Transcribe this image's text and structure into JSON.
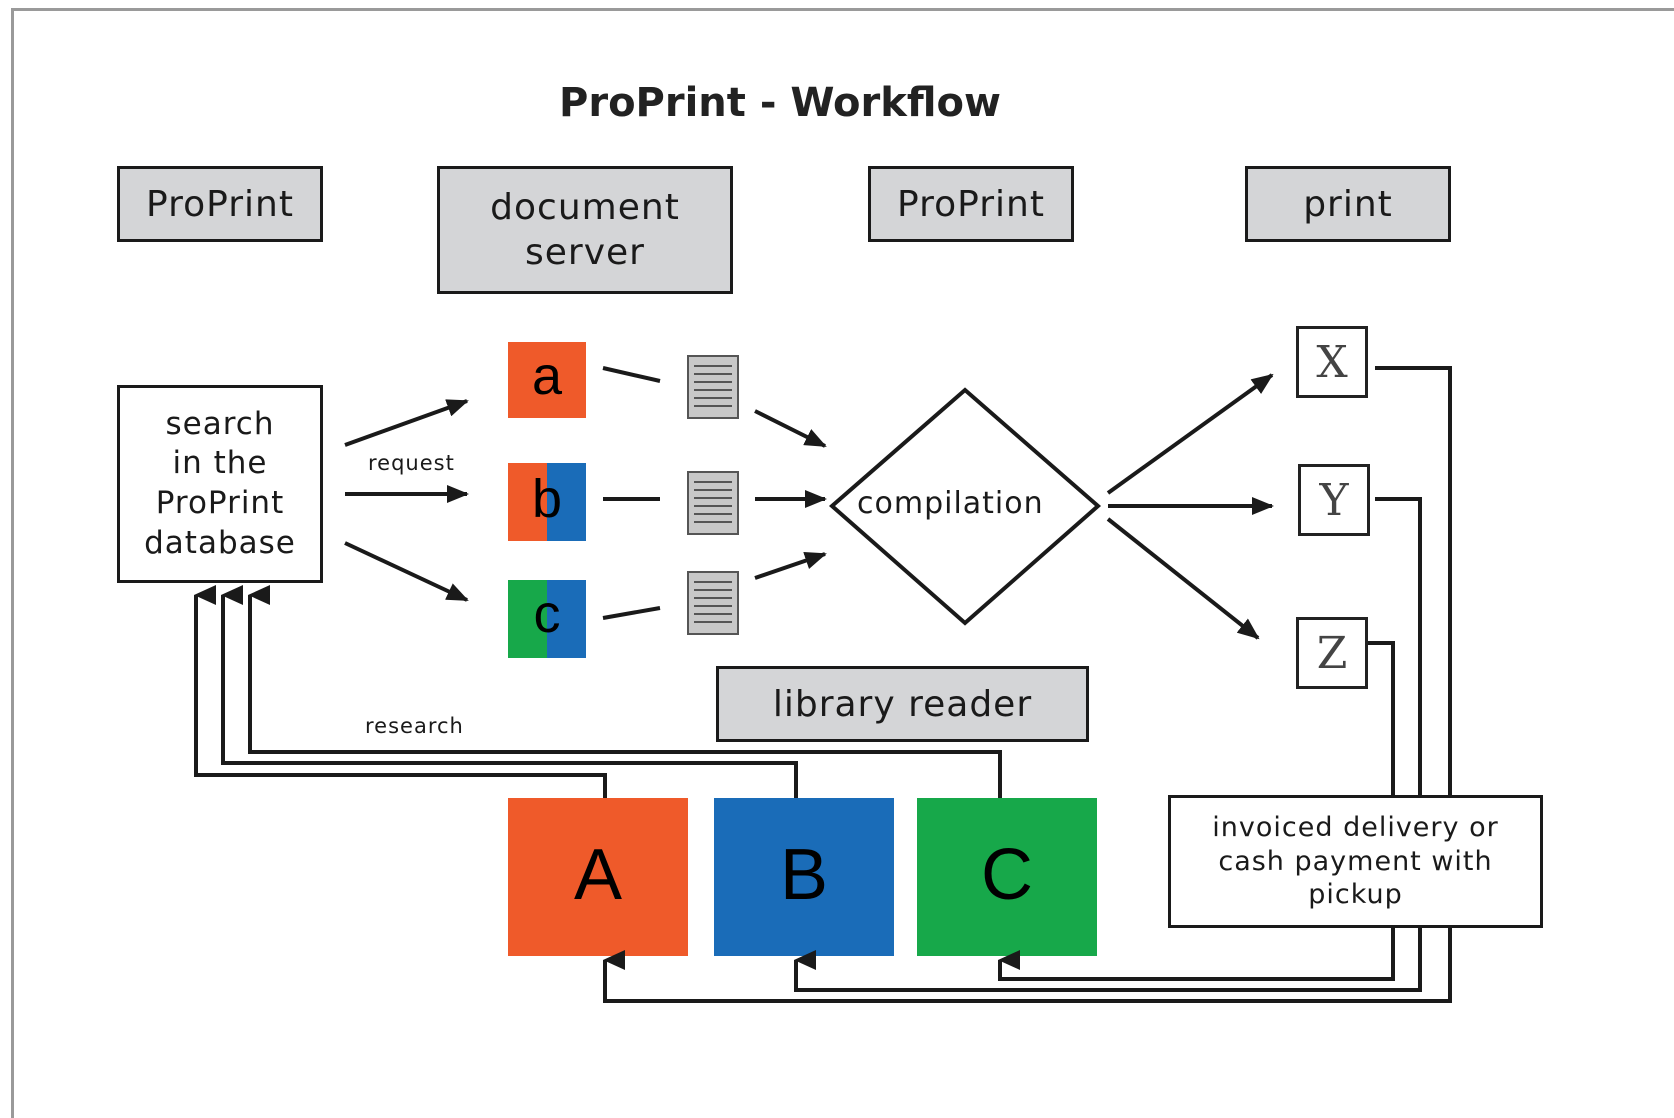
{
  "title": "ProPrint - Workflow",
  "headers": {
    "proprint_1": "ProPrint",
    "document_server_line1": "document",
    "document_server_line2": "server",
    "proprint_2": "ProPrint",
    "print": "print",
    "library_reader": "library reader"
  },
  "search_box": {
    "line1": "search",
    "line2": "in the",
    "line3": "ProPrint",
    "line4": "database"
  },
  "labels": {
    "request": "request",
    "research": "research"
  },
  "documents": [
    "a",
    "b",
    "c"
  ],
  "libraries": [
    "A",
    "B",
    "C"
  ],
  "compilation": "compilation",
  "outputs": [
    "X",
    "Y",
    "Z"
  ],
  "delivery": {
    "line1": "invoiced delivery or",
    "line2": "cash payment with",
    "line3": "pickup"
  },
  "colors": {
    "orange": "#ef5a2a",
    "blue": "#1a6cb8",
    "green": "#17a84a",
    "header_fill": "#d4d5d7"
  }
}
